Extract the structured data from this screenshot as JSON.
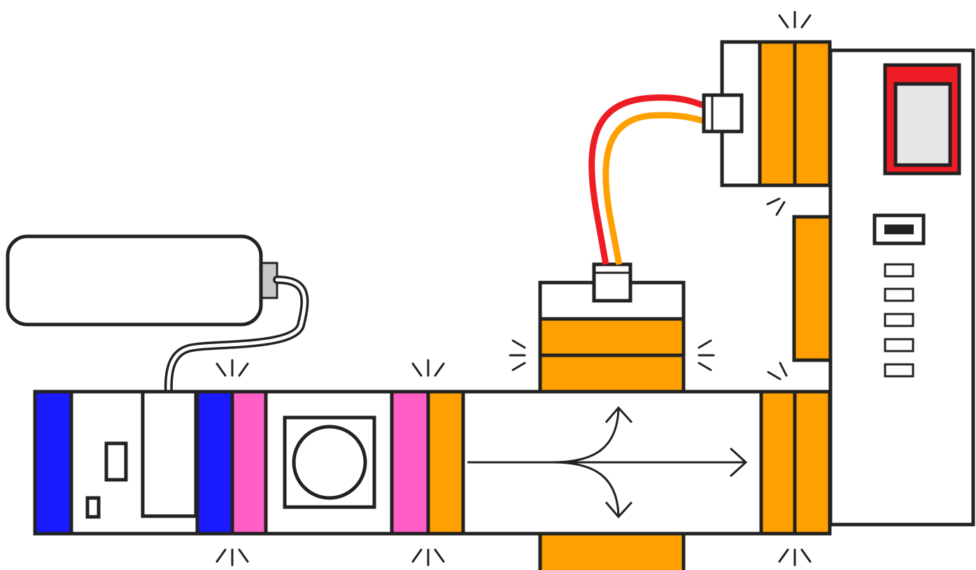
{
  "colors": {
    "outline": "#222222",
    "power": "#1a1aff",
    "input": "#ff5fc6",
    "output": "#ffa000",
    "wire": "#ffa000",
    "bit_red": "#ee1c24",
    "screen_fill": "#e6e6e6",
    "connector": "#c8c8c8",
    "background": "#ffffff"
  },
  "modules": [
    {
      "name": "battery",
      "kind": "battery",
      "icon": "battery-icon"
    },
    {
      "name": "power-module",
      "kind": "power",
      "color_key": "power"
    },
    {
      "name": "button-module",
      "kind": "input",
      "color_key": "input",
      "icon": "button-circle-icon"
    },
    {
      "name": "fork-module",
      "kind": "wire",
      "color_key": "output",
      "icon": "fork-arrows-icon"
    },
    {
      "name": "branch-up-module",
      "kind": "wire",
      "color_key": "output"
    },
    {
      "name": "branch-down-module",
      "kind": "wire",
      "color_key": "output"
    },
    {
      "name": "cloud-module",
      "kind": "output",
      "color_key": "output",
      "icon": "usb-icon"
    },
    {
      "name": "screen-module",
      "kind": "output",
      "color_key": "bit_red",
      "icon": "screen-icon"
    }
  ],
  "cables": [
    {
      "name": "battery-cable",
      "colors": [
        "outline",
        "background"
      ]
    },
    {
      "name": "extension-cable",
      "colors": [
        "bit_red",
        "output"
      ]
    }
  ]
}
